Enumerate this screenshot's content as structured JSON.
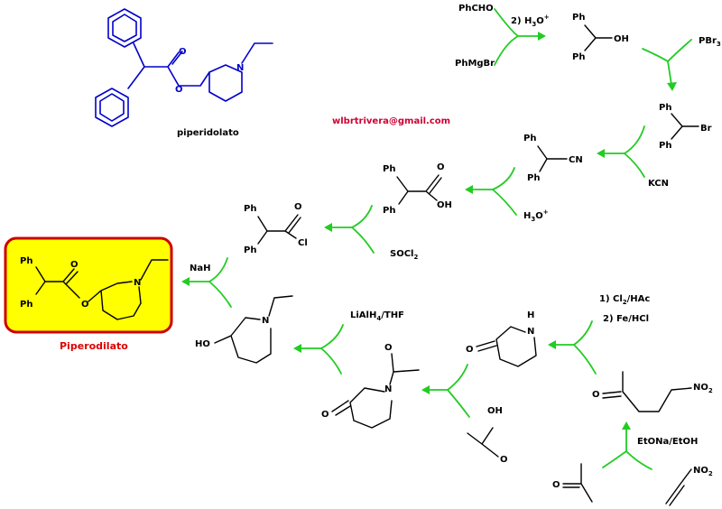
{
  "target": {
    "name": "piperidolato",
    "final_name": "Piperodilato",
    "atom_o": "O",
    "atom_n": "N"
  },
  "credit": "wlbrtrivera@gmail.com",
  "reagents": {
    "phcho": "PhCHO",
    "phmgbr": "PhMgBr",
    "h3o_step": "2) H",
    "h3o": "H",
    "pbr3": "PBr",
    "kcn": "KCN",
    "socl2": "SOCl",
    "nah": "NaH",
    "lialh4_thf": "LiAlH",
    "thf": "/THF",
    "cl2_hac": "1) Cl",
    "hac": "/HAc",
    "fe_hcl": "2) Fe/HCl",
    "etona_etoh": "EtONa/EtOH"
  },
  "subscripts": {
    "three": "3",
    "two": "2",
    "four": "4"
  },
  "superscripts": {
    "plus": "+"
  },
  "atoms": {
    "ph": "Ph",
    "oh": "OH",
    "br": "Br",
    "cn": "CN",
    "cl": "Cl",
    "o": "O",
    "ho": "HO",
    "n": "N",
    "h": "H",
    "no2": "NO",
    "oh_acid": "OH"
  },
  "colors": {
    "arrow": "#22cc22",
    "target_structure": "#0000cc",
    "highlight_fill": "#ffff00",
    "highlight_border": "#cc0000",
    "final_label": "#dd0000",
    "credit": "#cc0033"
  }
}
